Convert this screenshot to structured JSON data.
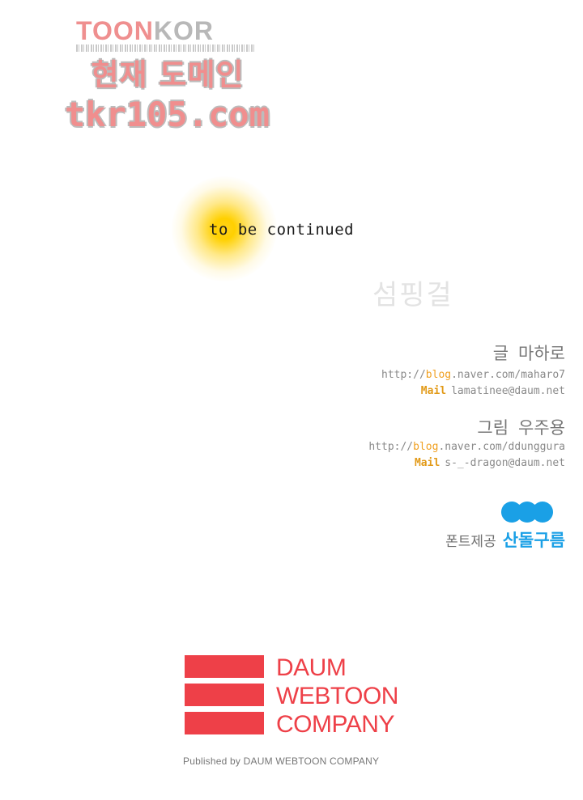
{
  "watermark": {
    "brand_main": "TOON",
    "brand_tail": "KOR",
    "domain_label": "현재 도메인",
    "domain_url": "tkr105.com"
  },
  "episode_end": {
    "text": "to be continued"
  },
  "work": {
    "title": "섬핑걸"
  },
  "credits": {
    "writer": {
      "role": "글",
      "name": "마하로",
      "blog_prefix": "http://",
      "blog_highlight": "blog",
      "blog_suffix": ".naver.com/maharo7",
      "mail_label": "Mail",
      "mail": "lamatinee@daum.net"
    },
    "artist": {
      "role": "그림",
      "name": "우주용",
      "blog_prefix": "http://",
      "blog_highlight": "blog",
      "blog_suffix": ".naver.com/ddunggura",
      "mail_label": "Mail",
      "mail": "s-_-dragon@daum.net"
    }
  },
  "font_credit": {
    "label": "폰트제공",
    "name": "산돌구름",
    "logo_icon": "cloud-icon",
    "logo_color": "#1aa0e6"
  },
  "publisher": {
    "logo_lines": [
      "DAUM",
      "WEBTOON",
      "COMPANY"
    ],
    "logo_icon": "stacked-bars-icon",
    "brand_color": "#ee4048",
    "published_by": "Published by DAUM WEBTOON COMPANY"
  }
}
